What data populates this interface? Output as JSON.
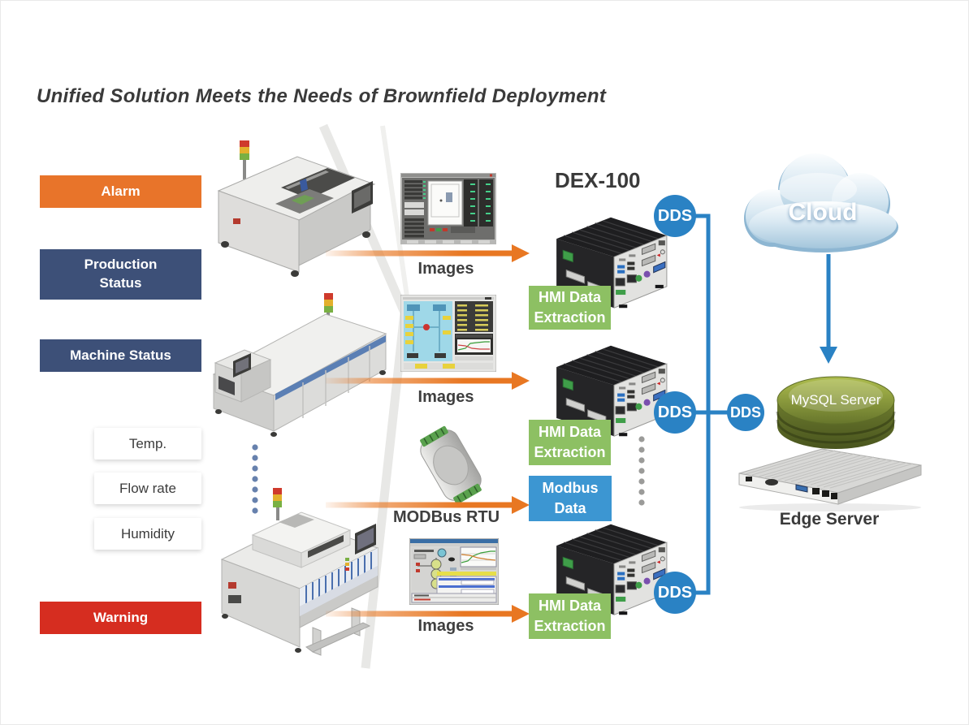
{
  "title": "Unified Solution Meets the Needs of Brownfield Deployment",
  "left_panel": {
    "banners": [
      {
        "label": "Alarm"
      },
      {
        "label": "Production\nStatus"
      },
      {
        "label": "Machine Status"
      },
      {
        "label": "Warning"
      }
    ],
    "sensors": [
      {
        "label": "Temp."
      },
      {
        "label": "Flow rate"
      },
      {
        "label": "Humidity"
      }
    ]
  },
  "flows": {
    "images_caption": "Images",
    "modbus_caption": "MODBus RTU"
  },
  "dex": {
    "title": "DEX-100",
    "dds_badge": "DDS",
    "hmi_label": "HMI Data\nExtraction",
    "modbus_label": "Modbus\nData"
  },
  "right_panel": {
    "cloud_label": "Cloud",
    "database_label": "MySQL Server",
    "edge_server_label": "Edge Server"
  },
  "colors": {
    "accent_orange": "#e87722",
    "navy": "#3d5078",
    "alert_red": "#d62d20",
    "label_green": "#8dc063",
    "label_blue": "#3c96d2",
    "dds_blue": "#2a82c4",
    "conveyor_stripe_blue": "#5b7fb4",
    "text_dark": "#3a3a3a"
  }
}
